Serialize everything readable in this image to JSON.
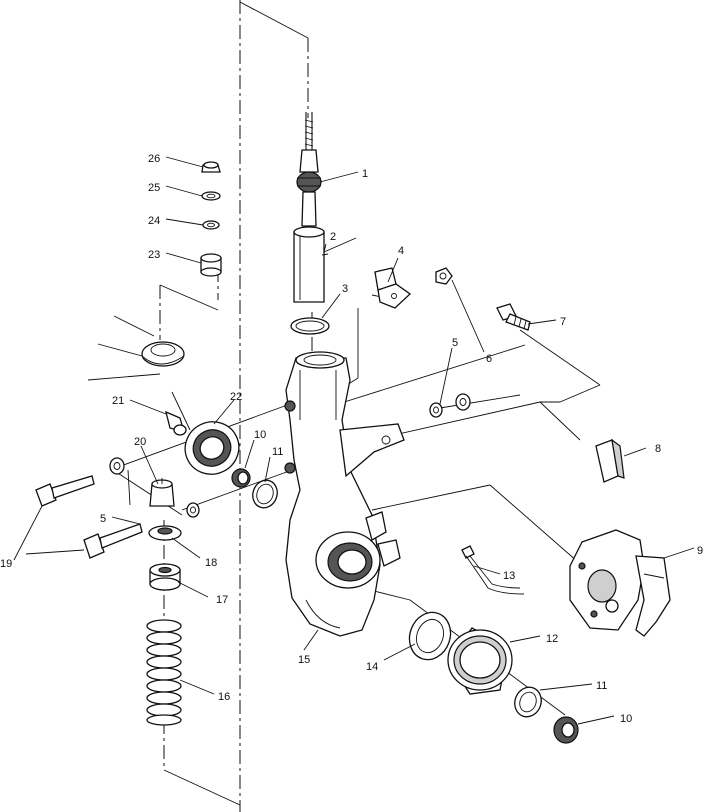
{
  "diagram": {
    "callouts": [
      {
        "key": "p26",
        "text": "26"
      },
      {
        "key": "p25",
        "text": "25"
      },
      {
        "key": "p24",
        "text": "24"
      },
      {
        "key": "p23",
        "text": "23"
      },
      {
        "key": "p1",
        "text": "1"
      },
      {
        "key": "p2",
        "text": "2"
      },
      {
        "key": "p4",
        "text": "4"
      },
      {
        "key": "p3",
        "text": "3"
      },
      {
        "key": "p7",
        "text": "7"
      },
      {
        "key": "p5a",
        "text": "5"
      },
      {
        "key": "p6",
        "text": "6"
      },
      {
        "key": "p21",
        "text": "21"
      },
      {
        "key": "p22",
        "text": "22"
      },
      {
        "key": "p10a",
        "text": "10"
      },
      {
        "key": "p11a",
        "text": "11"
      },
      {
        "key": "p20",
        "text": "20"
      },
      {
        "key": "p8",
        "text": "8"
      },
      {
        "key": "p5b",
        "text": "5"
      },
      {
        "key": "p19",
        "text": "19"
      },
      {
        "key": "p18",
        "text": "18"
      },
      {
        "key": "p9",
        "text": "9"
      },
      {
        "key": "p13",
        "text": "13"
      },
      {
        "key": "p17",
        "text": "17"
      },
      {
        "key": "p12",
        "text": "12"
      },
      {
        "key": "p15",
        "text": "15"
      },
      {
        "key": "p14",
        "text": "14"
      },
      {
        "key": "p11b",
        "text": "11"
      },
      {
        "key": "p16",
        "text": "16"
      },
      {
        "key": "p10b",
        "text": "10"
      }
    ]
  }
}
